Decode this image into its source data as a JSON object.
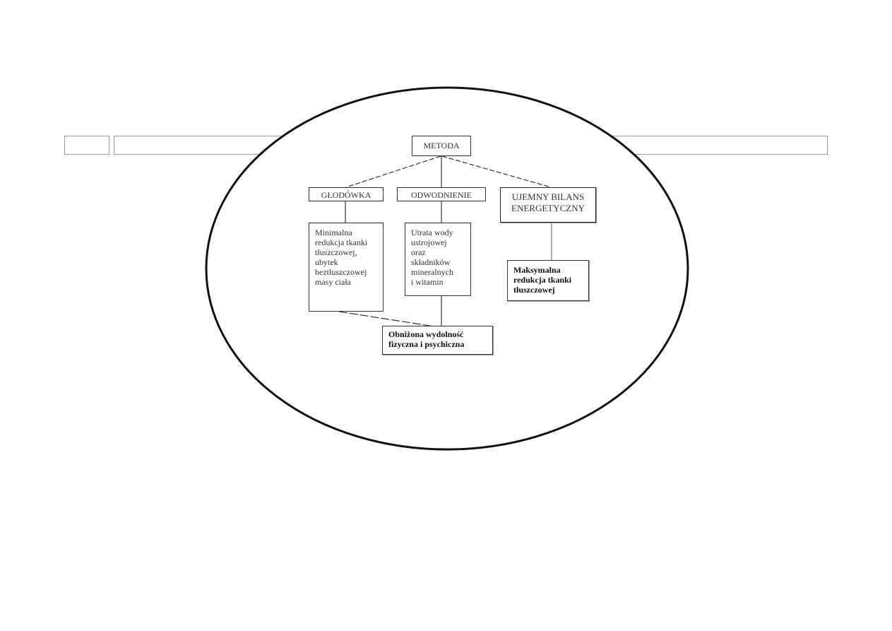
{
  "diagram": {
    "root": "METODA",
    "branches": [
      {
        "id": "glodowka",
        "label": "GŁODÓWKA",
        "effect": "Minimalna\nredukcja tkanki\ntłuszczowej,\nubytek\nbeztłuszczowej\nmasy ciała"
      },
      {
        "id": "odwodnienie",
        "label": "ODWODNIENIE",
        "effect": "Utrata wody\nustrojowej\noraz\nskładników\nmineralnych\ni witamin"
      },
      {
        "id": "ujemny-bilans",
        "label": "UJEMNY BILANS\nENERGETYCZNY",
        "effect": "Maksymalna\nredukcja tkanki\ntłuszczowej"
      }
    ],
    "shared_outcome": "Obniżona wydolność\nfizyczna i psychiczna"
  },
  "colors": {
    "line": "#333333",
    "ellipse": "#111111",
    "bar_border": "#9a9a9a"
  }
}
